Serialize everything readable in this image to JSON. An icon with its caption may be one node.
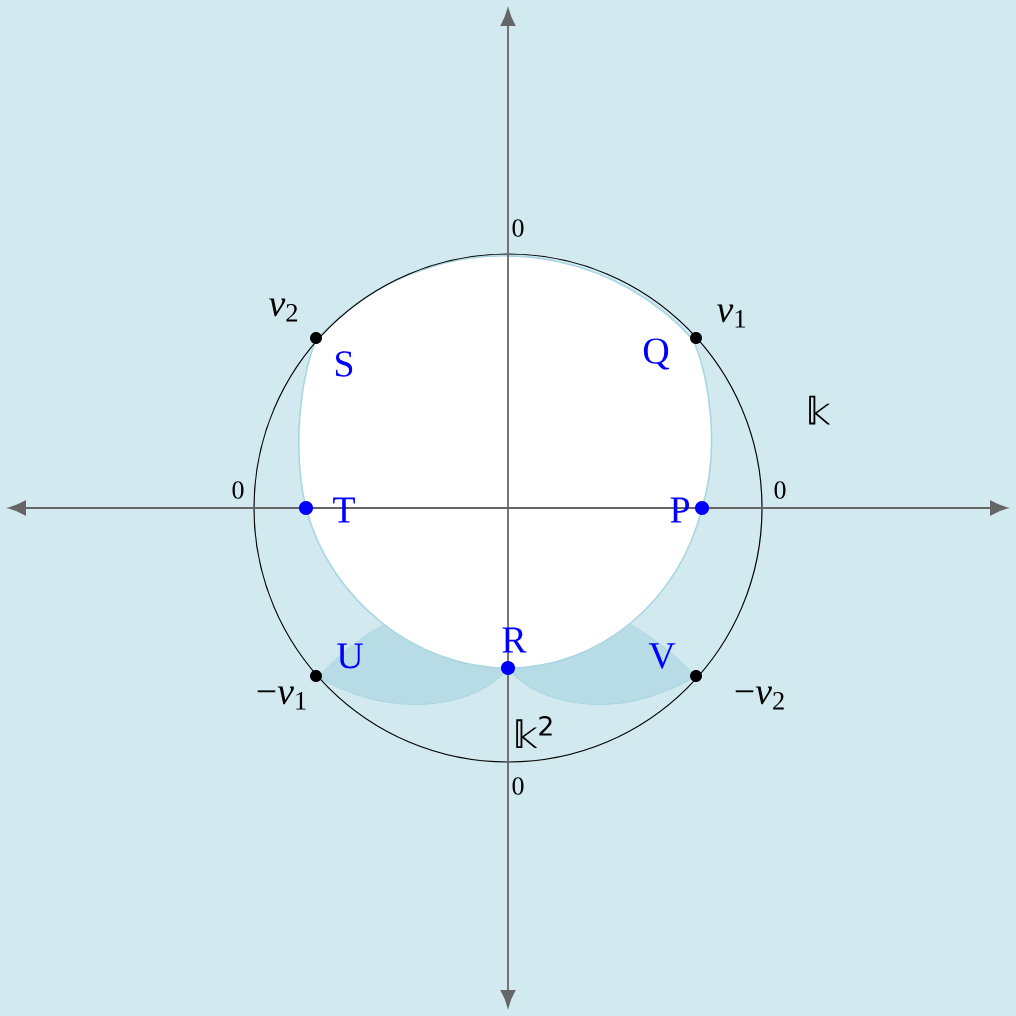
{
  "diagram": {
    "labels": [
      "0",
      "*v*$_{2}$",
      "*v*$_{1}$",
      "S",
      "Q",
      "𝕜",
      "0",
      "T",
      "P",
      "0",
      "R",
      "U",
      "V",
      "−*v*$_{1}$",
      "−*v*$_{2}$",
      "𝕜$^{2}$",
      "0"
    ]
  }
}
